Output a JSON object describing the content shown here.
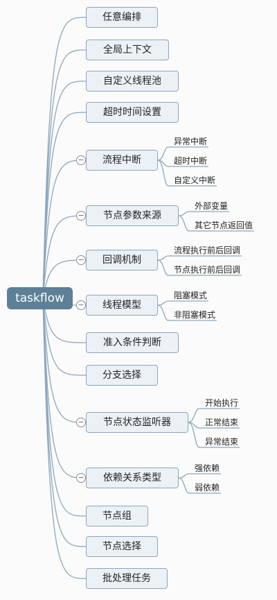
{
  "root": {
    "label": "taskflow"
  },
  "branches": [
    {
      "label": "任意编排"
    },
    {
      "label": "全局上下文"
    },
    {
      "label": "自定义线程池"
    },
    {
      "label": "超时时间设置"
    },
    {
      "label": "流程中断",
      "children": [
        "异常中断",
        "超时中断",
        "自定义中断"
      ]
    },
    {
      "label": "节点参数来源",
      "children": [
        "外部变量",
        "其它节点返回值"
      ]
    },
    {
      "label": "回调机制",
      "children": [
        "流程执行前后回调",
        "节点执行前后回调"
      ]
    },
    {
      "label": "线程模型",
      "children": [
        "阻塞模式",
        "非阻塞模式"
      ]
    },
    {
      "label": "准入条件判断"
    },
    {
      "label": "分支选择"
    },
    {
      "label": "节点状态监听器",
      "children": [
        "开始执行",
        "正常结束",
        "异常结束"
      ]
    },
    {
      "label": "依赖关系类型",
      "children": [
        "强依赖",
        "弱依赖"
      ]
    },
    {
      "label": "节点组"
    },
    {
      "label": "节点选择"
    },
    {
      "label": "批处理任务"
    }
  ],
  "collapse_symbol": "−",
  "colors": {
    "root": "#5d7f98",
    "node_bg": "#ecf1f6",
    "node_border": "#8aa6bd",
    "link": "#8aa6bd"
  }
}
